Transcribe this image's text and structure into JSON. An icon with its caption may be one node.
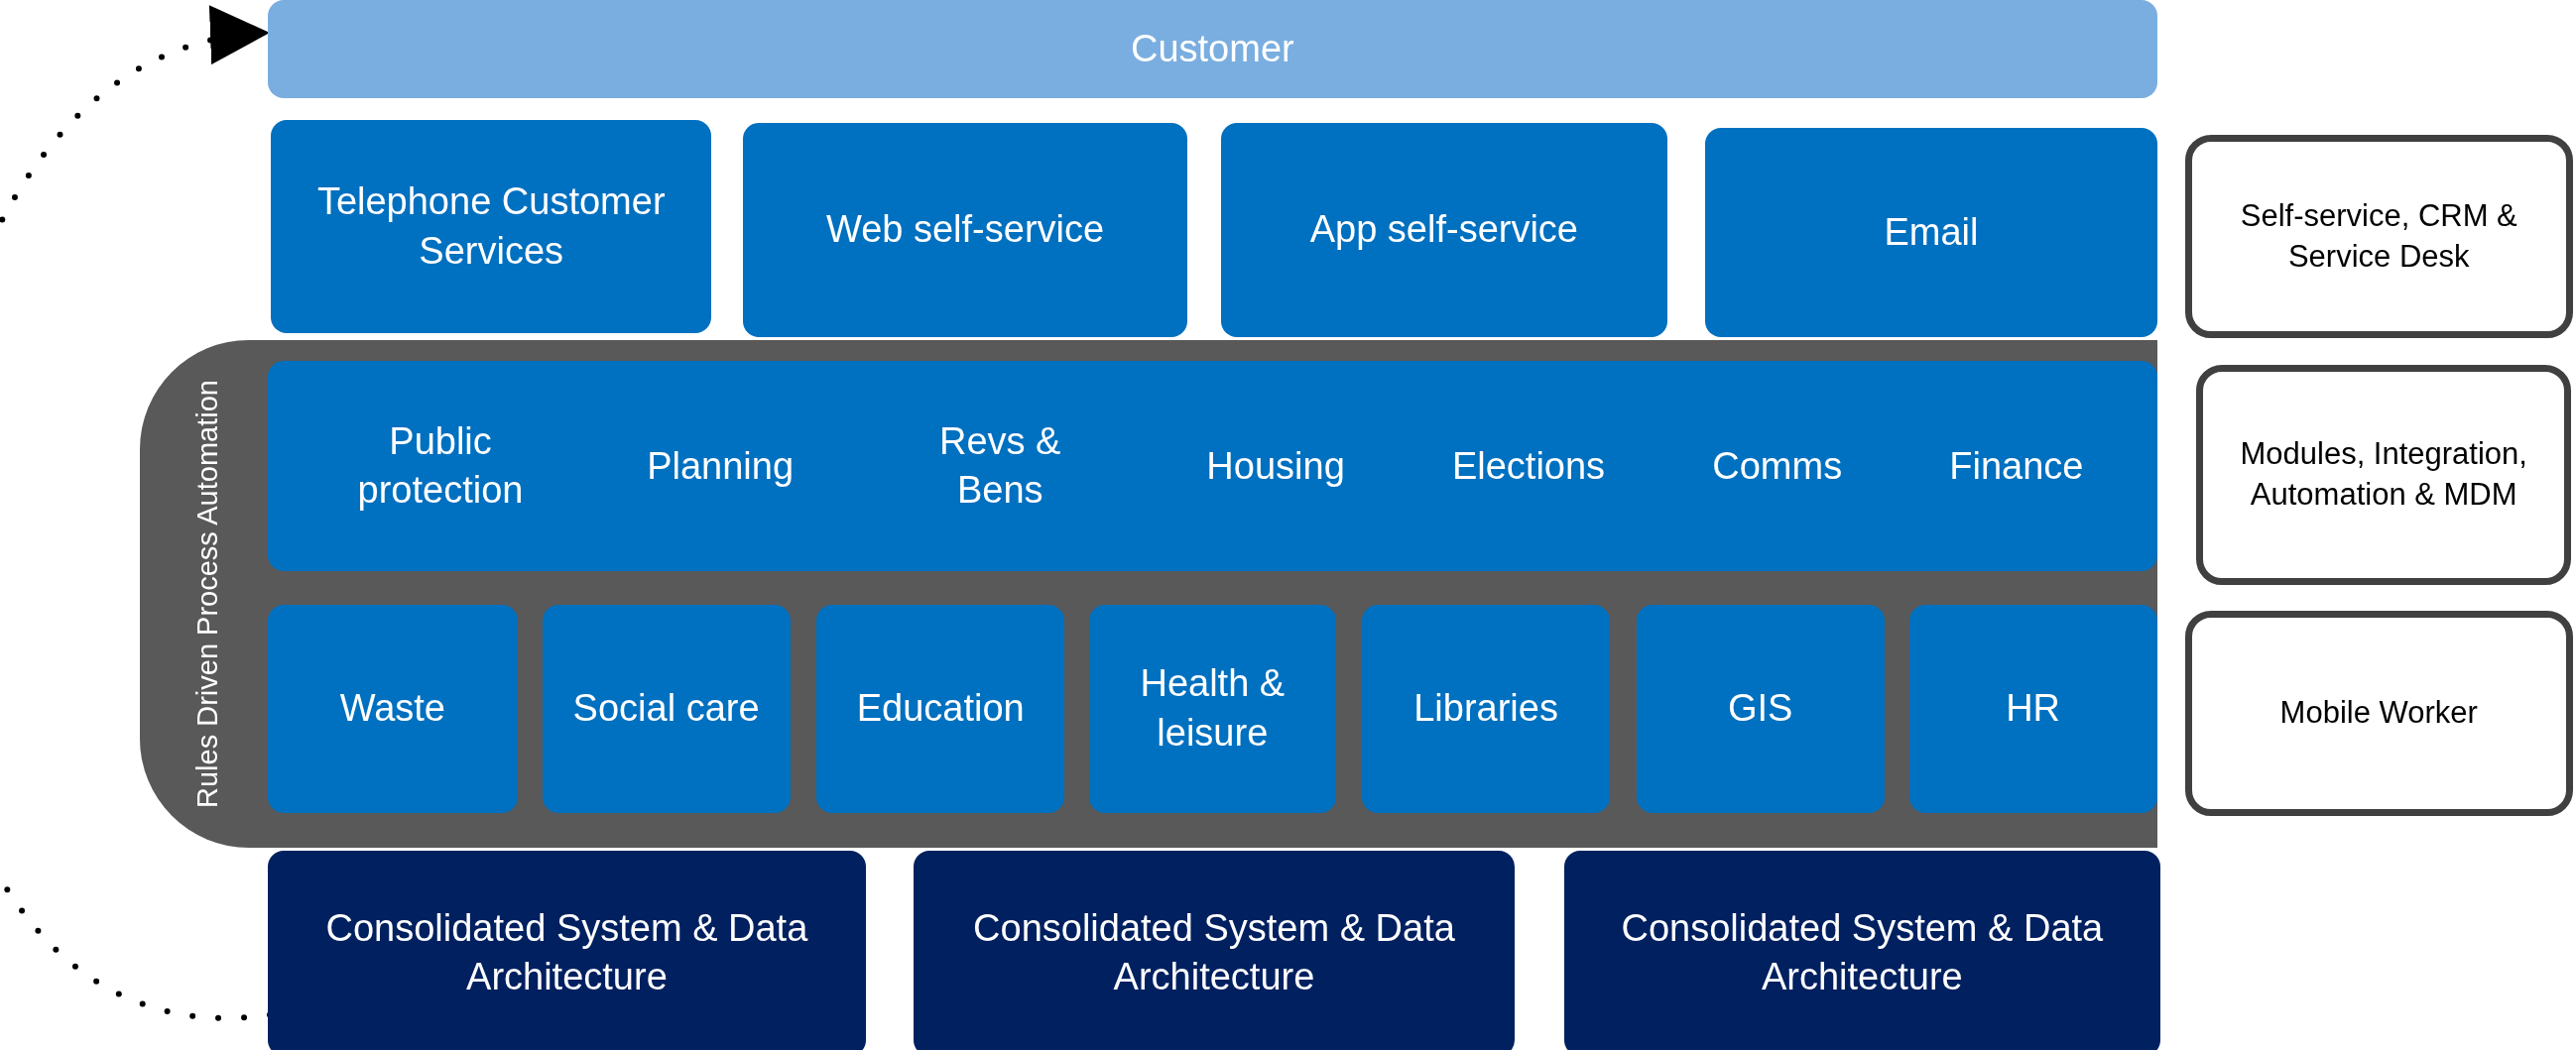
{
  "diagram": {
    "nodes": [
      {
        "text": [
          "Customer"
        ]
      },
      {
        "text": [
          "Telephone Customer Services"
        ]
      },
      {
        "text": [
          "Web self-service"
        ]
      },
      {
        "text": [
          "App self-service"
        ]
      },
      {
        "text": [
          "Email"
        ]
      },
      {
        "text": [
          "Self-service, CRM & Service Desk"
        ]
      },
      {
        "text": [
          "Rules Driven Process Automation"
        ]
      },
      {
        "text": [
          "Public protection",
          "Planning",
          "Revs & Bens",
          "Housing",
          "Elections",
          "Comms",
          "Finance"
        ],
        "in": 6
      },
      {
        "text": [
          "Modules, Integration, Automation & MDM"
        ]
      },
      {
        "text": [
          "Waste"
        ],
        "in": 6
      },
      {
        "text": [
          "Social care"
        ],
        "in": 6
      },
      {
        "text": [
          "Education"
        ],
        "in": 6
      },
      {
        "text": [
          "Health & leisure"
        ],
        "in": 6
      },
      {
        "text": [
          "Libraries"
        ],
        "in": 6
      },
      {
        "text": [
          "GIS"
        ],
        "in": 6
      },
      {
        "text": [
          "HR"
        ],
        "in": 6
      },
      {
        "text": [
          "Mobile Worker"
        ]
      },
      {
        "text": [
          "Consolidated System & Data Architecture"
        ]
      },
      {
        "text": [
          "Consolidated System & Data Architecture"
        ]
      },
      {
        "text": [
          "Consolidated System & Data Architecture"
        ]
      }
    ],
    "edges": [
      {
        "from": 17,
        "to": 0,
        "arrow": "to",
        "style": "dashed"
      }
    ]
  }
}
